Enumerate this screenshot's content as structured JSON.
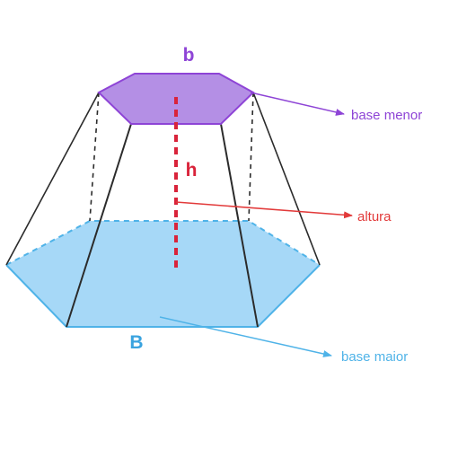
{
  "labels": {
    "top_base_letter": "b",
    "bottom_base_letter": "B",
    "height_letter": "h",
    "top_base_name": "base menor",
    "height_name": "altura",
    "bottom_base_name": "base maior"
  },
  "colors": {
    "top_base": "#8e44d6",
    "top_base_fill": "#a77be0",
    "bottom_base": "#4fb3e8",
    "bottom_base_fill": "#a6d8f7",
    "height": "#d9233a",
    "edges": "#2b2b2b"
  }
}
